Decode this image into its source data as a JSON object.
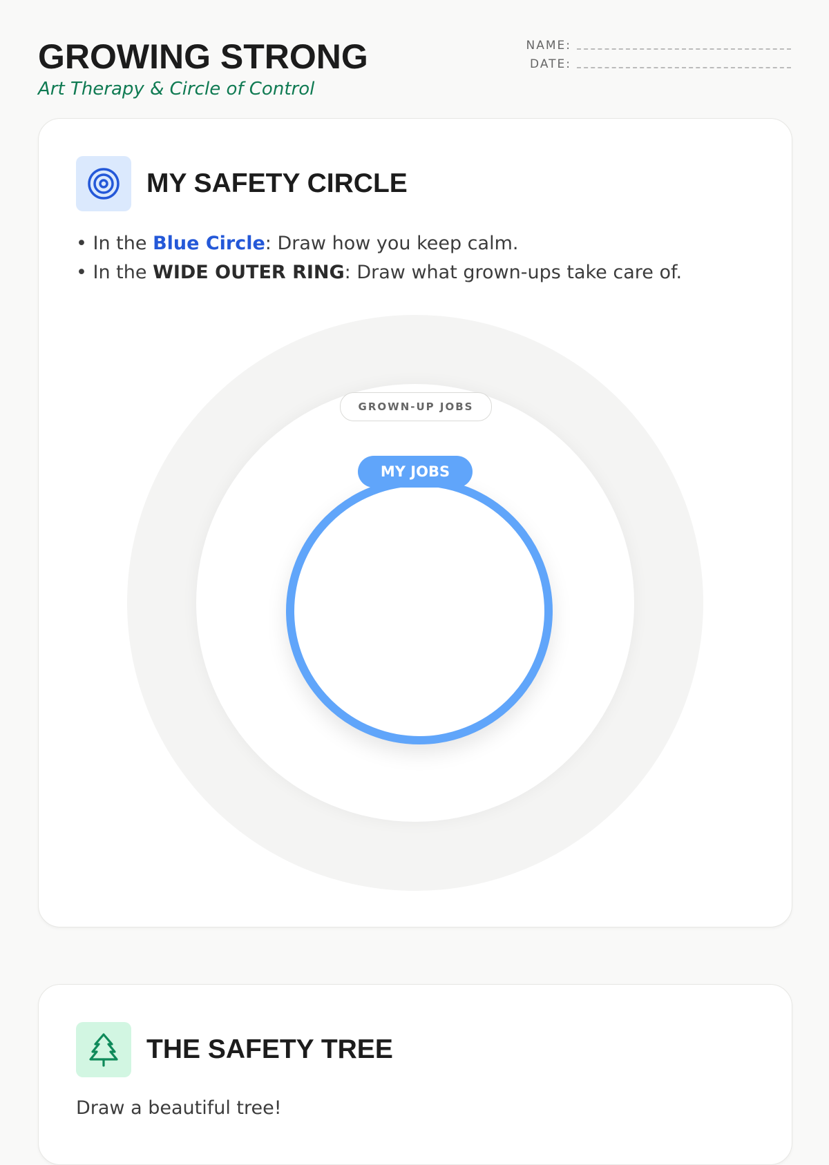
{
  "header": {
    "title": "GROWING STRONG",
    "subtitle": "Art Therapy & Circle of Control",
    "name_label": "NAME:",
    "date_label": "DATE:"
  },
  "safety_circle": {
    "title": "MY SAFETY CIRCLE",
    "icon": "target-icon",
    "line1": {
      "prefix": "• In the ",
      "highlight": "Blue Circle",
      "suffix": ": Draw how you keep calm."
    },
    "line2": {
      "prefix": "• In the ",
      "highlight": "WIDE OUTER RING",
      "suffix": ": Draw what grown-ups take care of."
    },
    "outer_label": "GROWN-UP JOBS",
    "inner_label": "MY JOBS",
    "colors": {
      "blue": "#60a5fa",
      "highlight_blue": "#2458d8",
      "ring": "#f4f4f3"
    }
  },
  "safety_tree": {
    "title": "THE SAFETY TREE",
    "icon": "tree-icon",
    "instruction": "Draw a beautiful tree!"
  }
}
